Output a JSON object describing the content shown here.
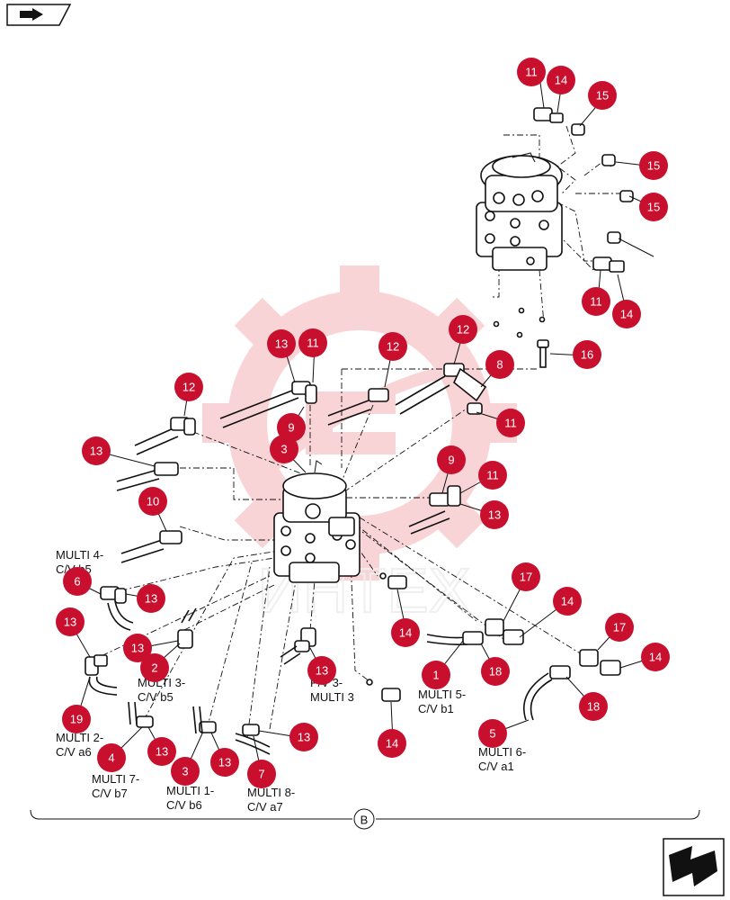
{
  "nav": {
    "prev_icon": "prev-page-arrow-icon",
    "next_icon": "next-page-arrow-icon"
  },
  "watermark": {
    "text": "ИНТЕХ",
    "logo_icon": "gear-watermark-icon",
    "color": "#e8424f"
  },
  "callout_color": "#c8102e",
  "callouts": [
    {
      "n": "11"
    },
    {
      "n": "14"
    },
    {
      "n": "15"
    },
    {
      "n": "15"
    },
    {
      "n": "15"
    },
    {
      "n": "11"
    },
    {
      "n": "14"
    },
    {
      "n": "16"
    },
    {
      "n": "13"
    },
    {
      "n": "11"
    },
    {
      "n": "12"
    },
    {
      "n": "12"
    },
    {
      "n": "8"
    },
    {
      "n": "12"
    },
    {
      "n": "11"
    },
    {
      "n": "9"
    },
    {
      "n": "3"
    },
    {
      "n": "13"
    },
    {
      "n": "9"
    },
    {
      "n": "11"
    },
    {
      "n": "13"
    },
    {
      "n": "10"
    },
    {
      "n": "6"
    },
    {
      "n": "13"
    },
    {
      "n": "17"
    },
    {
      "n": "14"
    },
    {
      "n": "13"
    },
    {
      "n": "14"
    },
    {
      "n": "13"
    },
    {
      "n": "2"
    },
    {
      "n": "17"
    },
    {
      "n": "14"
    },
    {
      "n": "1"
    },
    {
      "n": "18"
    },
    {
      "n": "13"
    },
    {
      "n": "19"
    },
    {
      "n": "18"
    },
    {
      "n": "14"
    },
    {
      "n": "5"
    },
    {
      "n": "4"
    },
    {
      "n": "13"
    },
    {
      "n": "13"
    },
    {
      "n": "13"
    },
    {
      "n": "3"
    },
    {
      "n": "7"
    }
  ],
  "labels": {
    "multi4": [
      "MULTI 4-",
      "C/V b5"
    ],
    "multi3": [
      "MULTI 3-",
      "C/V b5"
    ],
    "pv3": [
      "P/V 3-",
      "MULTI 3"
    ],
    "multi5": [
      "MULTI 5-",
      "C/V b1"
    ],
    "multi2": [
      "MULTI 2-",
      "C/V a6"
    ],
    "multi6": [
      "MULTI 6-",
      "C/V a1"
    ],
    "multi7": [
      "MULTI 7-",
      "C/V b7"
    ],
    "multi1": [
      "MULTI 1-",
      "C/V b6"
    ],
    "multi8": [
      "MULTI 8-",
      "C/V a7"
    ]
  },
  "section_ref": "B"
}
